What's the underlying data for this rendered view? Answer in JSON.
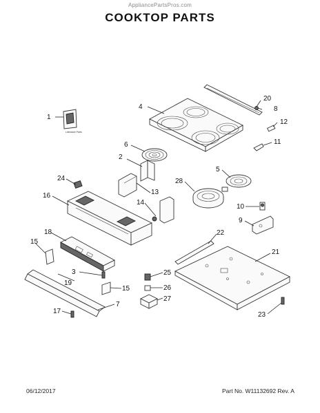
{
  "header": {
    "watermark": "AppliancePartsPros.com",
    "title": "COOKTOP PARTS"
  },
  "callouts": [
    "20",
    "4",
    "8",
    "1",
    "12",
    "6",
    "11",
    "2",
    "5",
    "24",
    "28",
    "13",
    "16",
    "14",
    "10",
    "9",
    "22",
    "18",
    "15",
    "21",
    "3",
    "25",
    "19",
    "15",
    "26",
    "27",
    "7",
    "17",
    "23"
  ],
  "manual_label": "Literature Parts",
  "footer": {
    "date": "06/12/2017",
    "part_no": "Part No.  W11132692  Rev. A"
  }
}
